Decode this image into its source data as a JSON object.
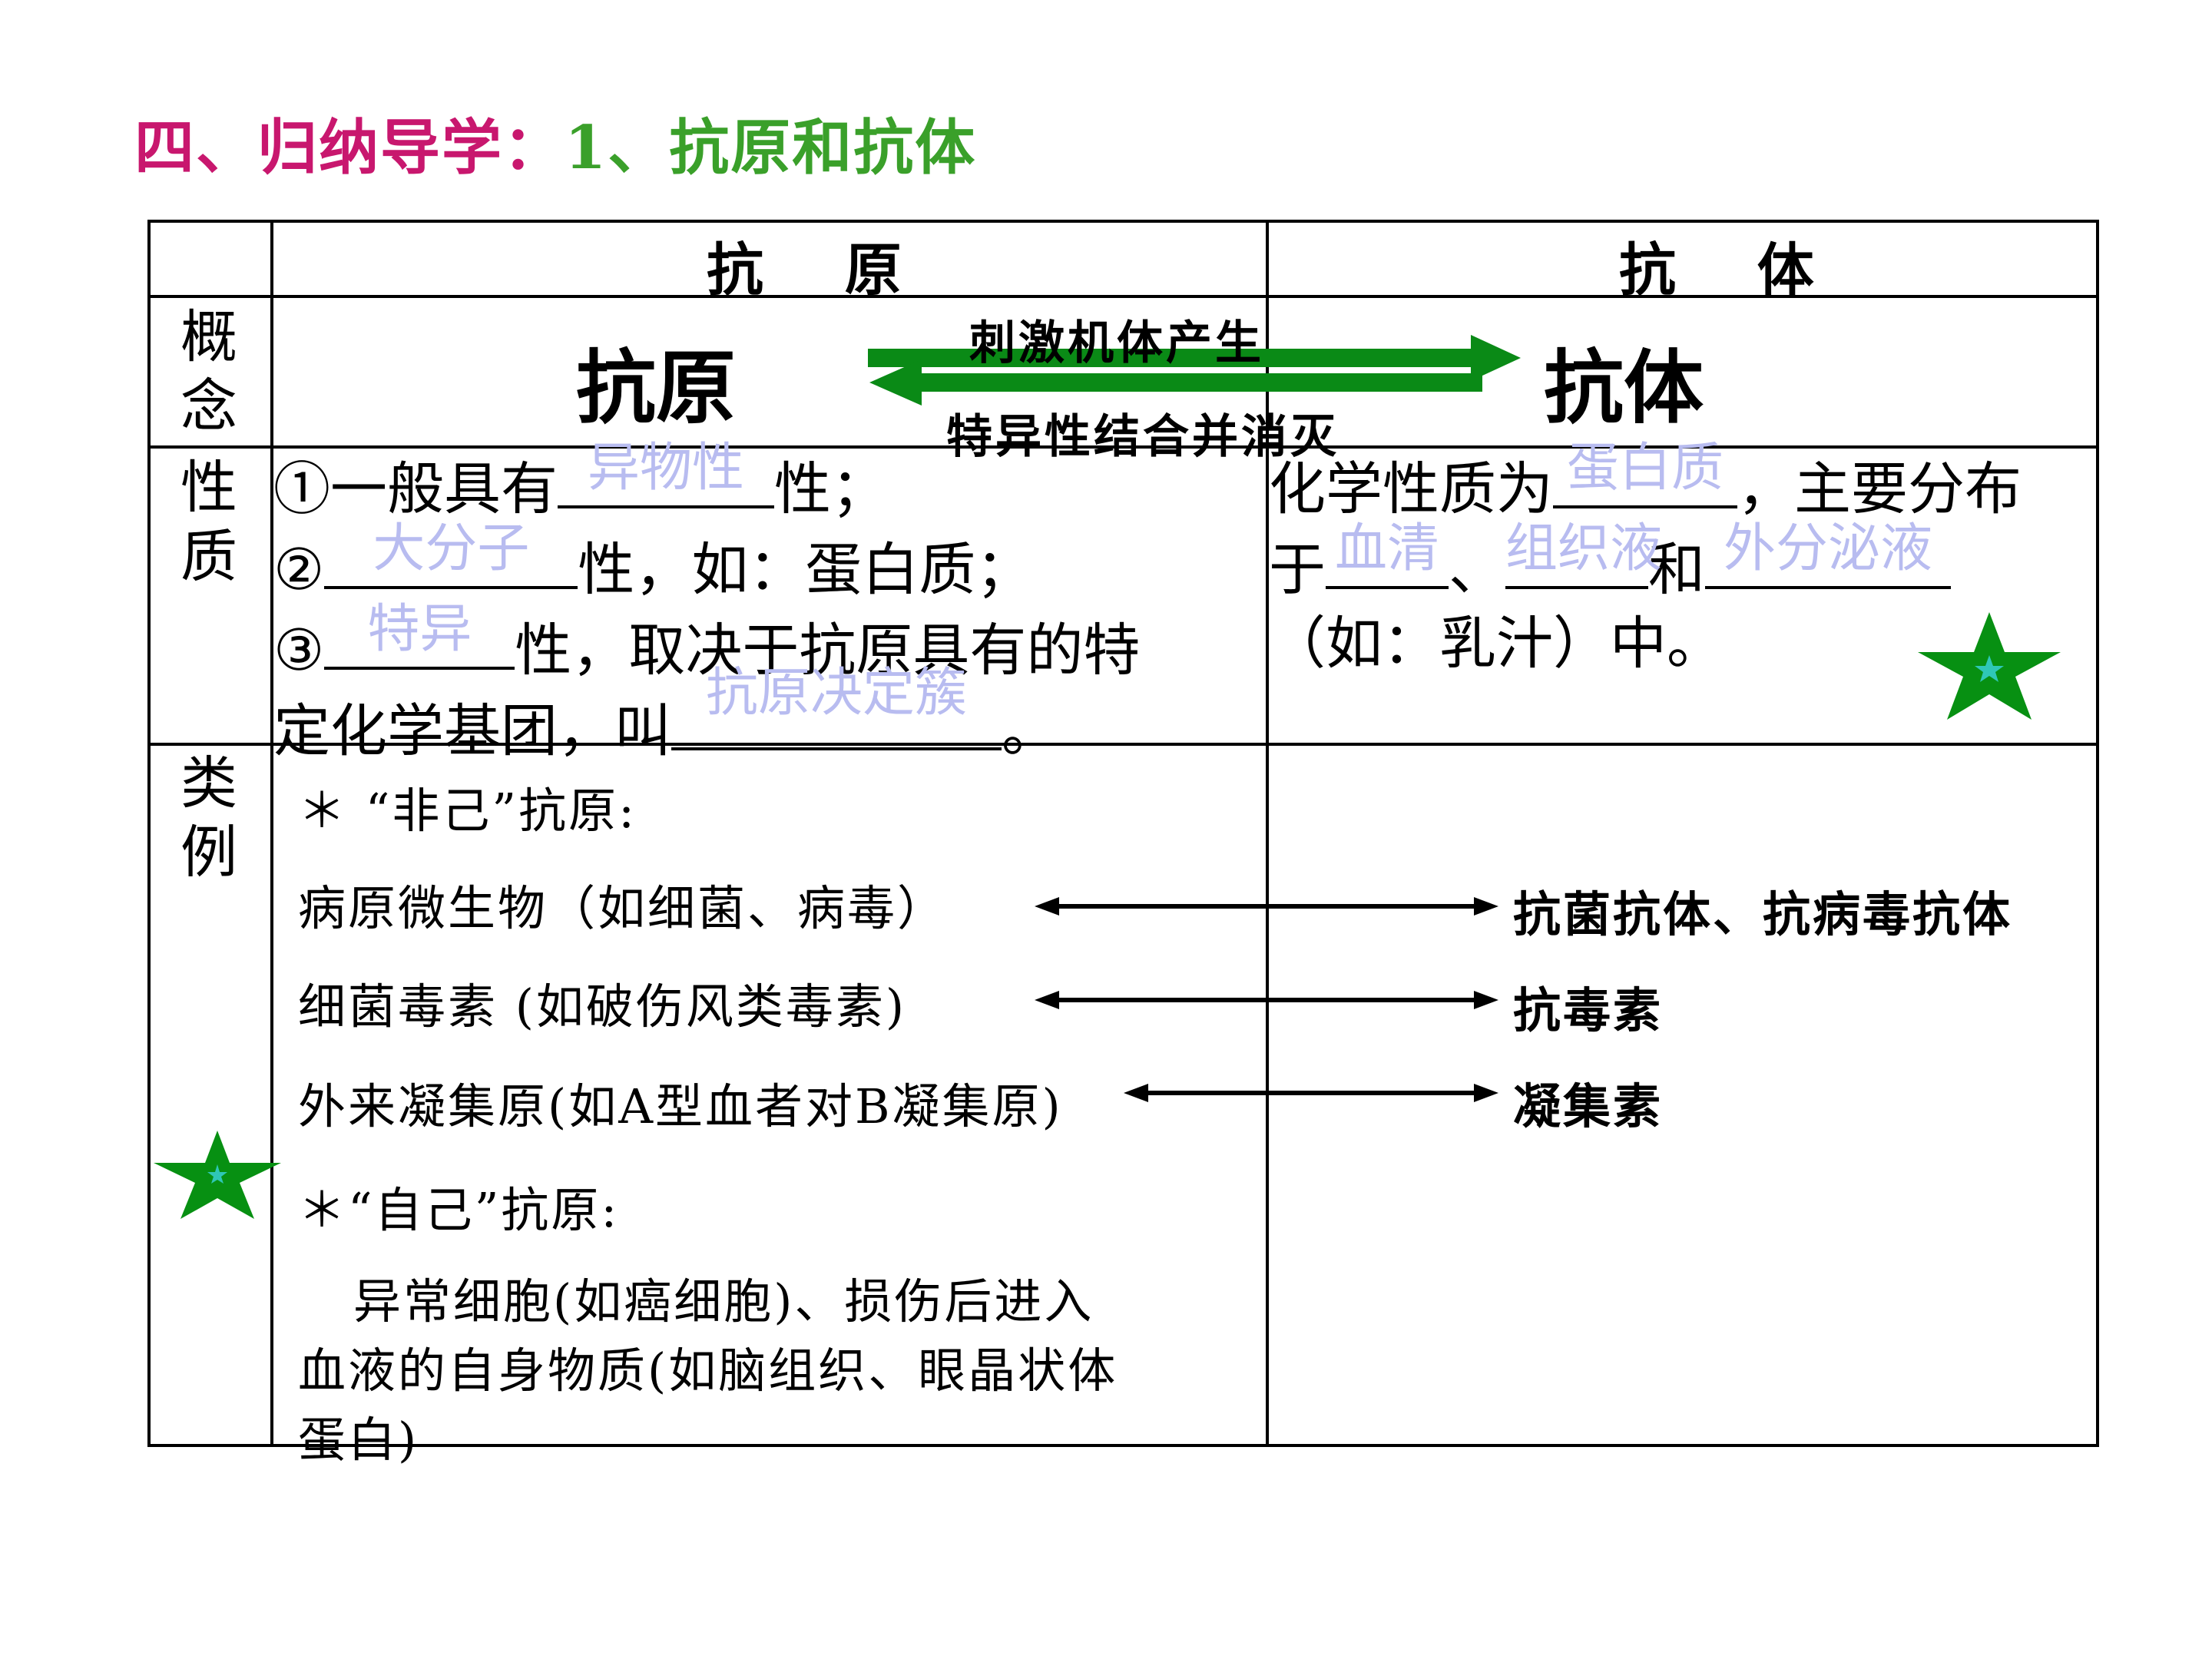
{
  "title": {
    "part1": "四、归纳导学：",
    "part2": "1、抗原和抗体"
  },
  "table": {
    "col_antigen": "抗 原",
    "col_antibody": "抗 体",
    "row_concept": [
      "概",
      "念"
    ],
    "row_property": [
      "性",
      "质"
    ],
    "row_example": [
      "类",
      "例"
    ],
    "concept": {
      "antigen": "抗原",
      "antibody": "抗体",
      "arrow_top": "刺激机体产生",
      "arrow_bottom": "特异性结合并消灭"
    },
    "antigen_property": {
      "l1_pre": "①一般具有",
      "l1_ans": "异物性",
      "l1_post": "性；",
      "l2_pre": "②",
      "l2_ans": "大分子",
      "l2_post": "性，如：蛋白质；",
      "l3_pre": "③",
      "l3_ans": "特异",
      "l3_post": "性，取决于抗原具有的特",
      "l4_pre": "定化学基团，叫",
      "l4_ans": "抗原决定簇",
      "l4_post": "。"
    },
    "antibody_property": {
      "l1_pre": "化学性质为",
      "l1_ans": "蛋白质",
      "l1_post": "，主要分布",
      "l2_pre": "于",
      "l2_ans1": "血清",
      "l2_sep": "、",
      "l2_ans2": "组织液",
      "l2_mid": "和",
      "l2_ans3": "外分泌液",
      "l3": "（如：乳汁）中。"
    },
    "examples": {
      "nonself_header": "＊ “非己”抗原:",
      "rows": [
        {
          "left": "病原微生物（如细菌、病毒）",
          "right": "抗菌抗体、抗病毒抗体"
        },
        {
          "left": "细菌毒素 (如破伤风类毒素)",
          "right": "抗毒素"
        },
        {
          "left": "外来凝集原(如A型血者对B凝集原)",
          "right": "凝集素"
        }
      ],
      "self_header": "＊“自己”抗原:",
      "self_lines": [
        "异常细胞(如癌细胞)、损伤后进入",
        "血液的自身物质(如脑组织、眼晶状体",
        "蛋白)"
      ]
    }
  },
  "colors": {
    "title_magenta": "#c8176e",
    "title_green": "#3aa02a",
    "arrow_green": "#0a8a16",
    "answer_text": "#b8bcf0",
    "star_green": "#079012"
  },
  "icons": [
    "star-icon",
    "star-icon"
  ]
}
